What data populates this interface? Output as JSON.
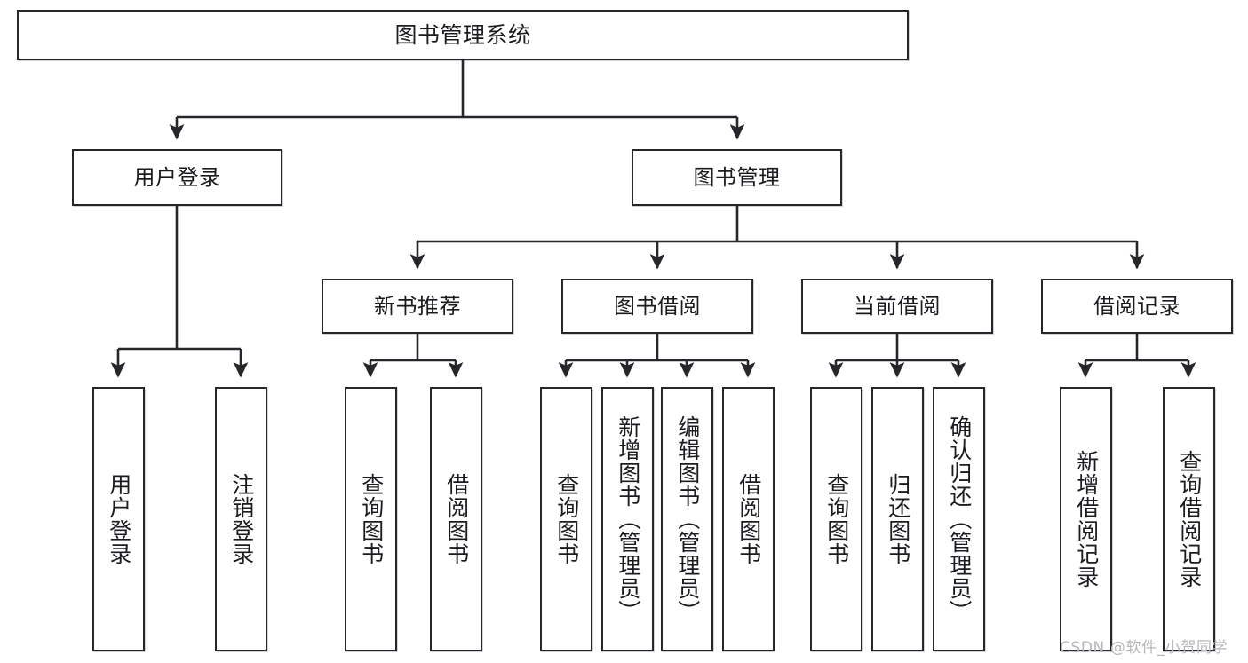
{
  "diagram": {
    "title": "图书管理系统",
    "type": "tree-hierarchy",
    "watermark": "CSDN @软件_小贺同学",
    "colors": {
      "border": "#26262b",
      "fill": "#ffffff",
      "text": "#1c1c20",
      "edge": "#26262b",
      "watermark": "#b7b7bb"
    },
    "levels": {
      "root": {
        "label": "图书管理系统"
      },
      "level2": [
        {
          "id": "user-login",
          "label": "用户登录"
        },
        {
          "id": "book-manage",
          "label": "图书管理"
        }
      ],
      "level3": [
        {
          "id": "new-book-recommend",
          "label": "新书推荐"
        },
        {
          "id": "book-borrow",
          "label": "图书借阅"
        },
        {
          "id": "current-borrow",
          "label": "当前借阅"
        },
        {
          "id": "borrow-record",
          "label": "借阅记录"
        }
      ],
      "leaves": {
        "user-login": [
          {
            "id": "leaf-user-login",
            "label": "用户登录"
          },
          {
            "id": "leaf-logout",
            "label": "注销登录"
          }
        ],
        "new-book-recommend": [
          {
            "id": "leaf-query-book-1",
            "label": "查询图书"
          },
          {
            "id": "leaf-borrow-book-1",
            "label": "借阅图书"
          }
        ],
        "book-borrow": [
          {
            "id": "leaf-query-book-2",
            "label": "查询图书"
          },
          {
            "id": "leaf-add-book",
            "label": "新增图书（管理员）"
          },
          {
            "id": "leaf-edit-book",
            "label": "编辑图书（管理员）"
          },
          {
            "id": "leaf-borrow-book-2",
            "label": "借阅图书"
          }
        ],
        "current-borrow": [
          {
            "id": "leaf-query-book-3",
            "label": "查询图书"
          },
          {
            "id": "leaf-return-book",
            "label": "归还图书"
          },
          {
            "id": "leaf-confirm-return",
            "label": "确认归还（管理员）"
          }
        ],
        "borrow-record": [
          {
            "id": "leaf-add-record",
            "label": "新增借阅记录"
          },
          {
            "id": "leaf-query-record",
            "label": "查询借阅记录"
          }
        ]
      }
    }
  }
}
